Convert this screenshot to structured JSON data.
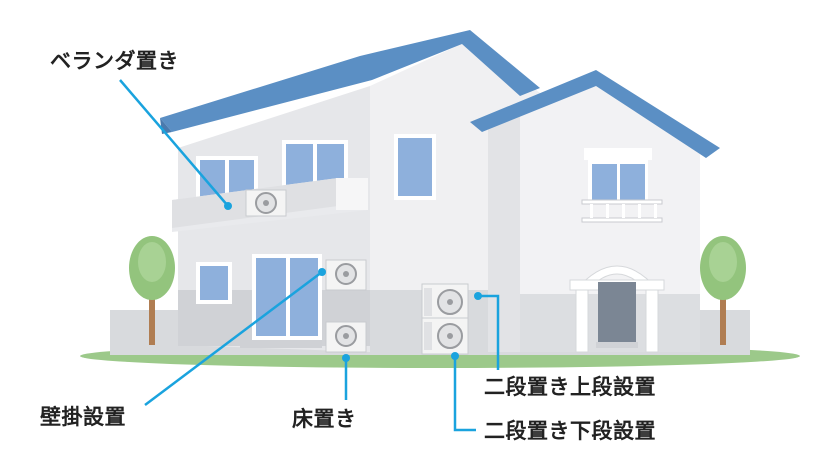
{
  "labels": {
    "veranda": "ベランダ置き",
    "wall_mount": "壁掛設置",
    "floor": "床置き",
    "two_tier_upper": "二段置き上段設置",
    "two_tier_lower": "二段置き下段設置"
  },
  "colors": {
    "leader_line": "#1aa3de",
    "roof": "#5b8fc4",
    "wall": "#eaebed",
    "window_glass": "#8eb0dc",
    "grass": "#9cc98a",
    "tree": "#93c47d",
    "trunk": "#b07d52",
    "unit": "#f4f4f4"
  },
  "icons": {
    "outdoor_unit": "outdoor-unit-icon",
    "tree": "tree-icon",
    "house": "house-illustration"
  }
}
